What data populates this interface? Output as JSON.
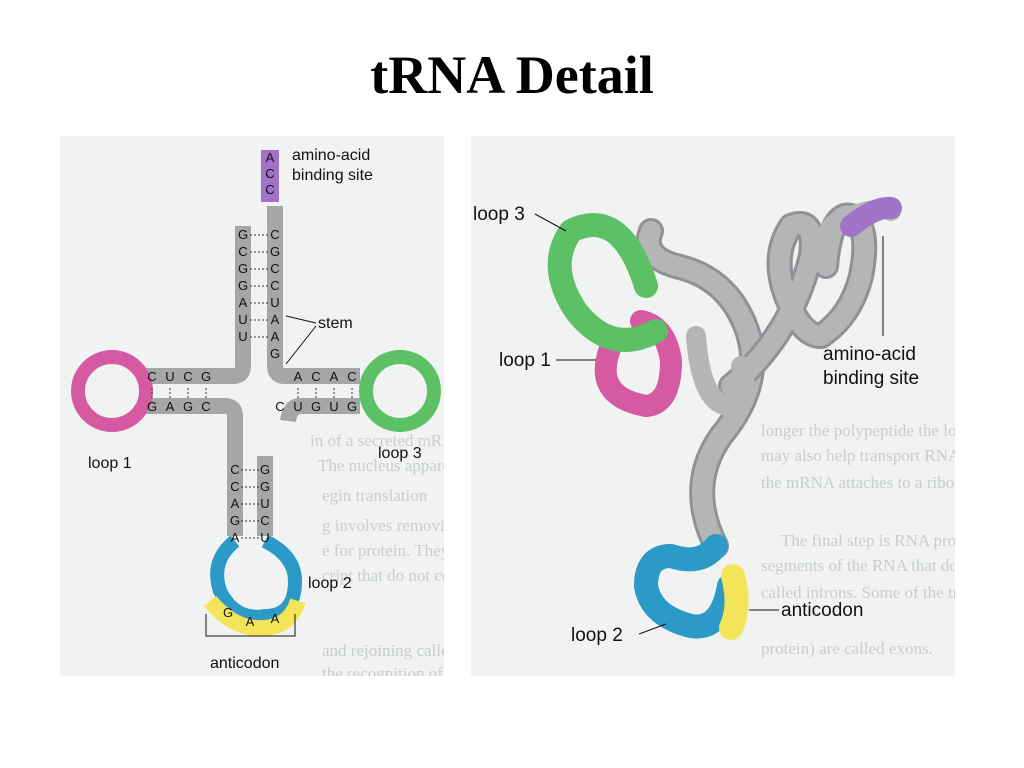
{
  "title": "tRNA Detail",
  "left_diagram": {
    "labels": {
      "amino_acid_site": [
        "amino-acid",
        "binding site"
      ],
      "stem": "stem",
      "loop1": "loop 1",
      "loop2": "loop 2",
      "loop3": "loop 3",
      "anticodon": "anticodon"
    },
    "acceptor_tip": [
      "A",
      "C",
      "C"
    ],
    "acceptor_left": [
      "G",
      "C",
      "G",
      "G",
      "A",
      "U",
      "U"
    ],
    "acceptor_right": [
      "C",
      "G",
      "C",
      "C",
      "U",
      "A",
      "A",
      "G"
    ],
    "d_arm_top": [
      "C",
      "U",
      "C",
      "G"
    ],
    "d_arm_bottom": [
      "G",
      "A",
      "G",
      "C"
    ],
    "t_arm_top": [
      "A",
      "C",
      "A",
      "C"
    ],
    "t_arm_bottom": [
      "C",
      "U",
      "G",
      "U",
      "G"
    ],
    "anticodon_arm_left": [
      "C",
      "C",
      "A",
      "G",
      "A"
    ],
    "anticodon_arm_right": [
      "G",
      "G",
      "U",
      "C",
      "U"
    ],
    "anticodon_bases": [
      "G",
      "A",
      "A"
    ]
  },
  "right_diagram": {
    "labels": {
      "loop3": "loop 3",
      "loop1": "loop 1",
      "loop2": "loop 2",
      "anticodon": "anticodon",
      "amino_acid_site": [
        "amino-acid",
        "binding site"
      ]
    }
  },
  "colors": {
    "stem_gray": "#a4a6a8",
    "acid_purple": "#a173c8",
    "loop1_pink": "#d65aa2",
    "loop3_green": "#5cc064",
    "loop2_blue": "#2b9ac6",
    "anticodon_yellow": "#f4e45a"
  }
}
